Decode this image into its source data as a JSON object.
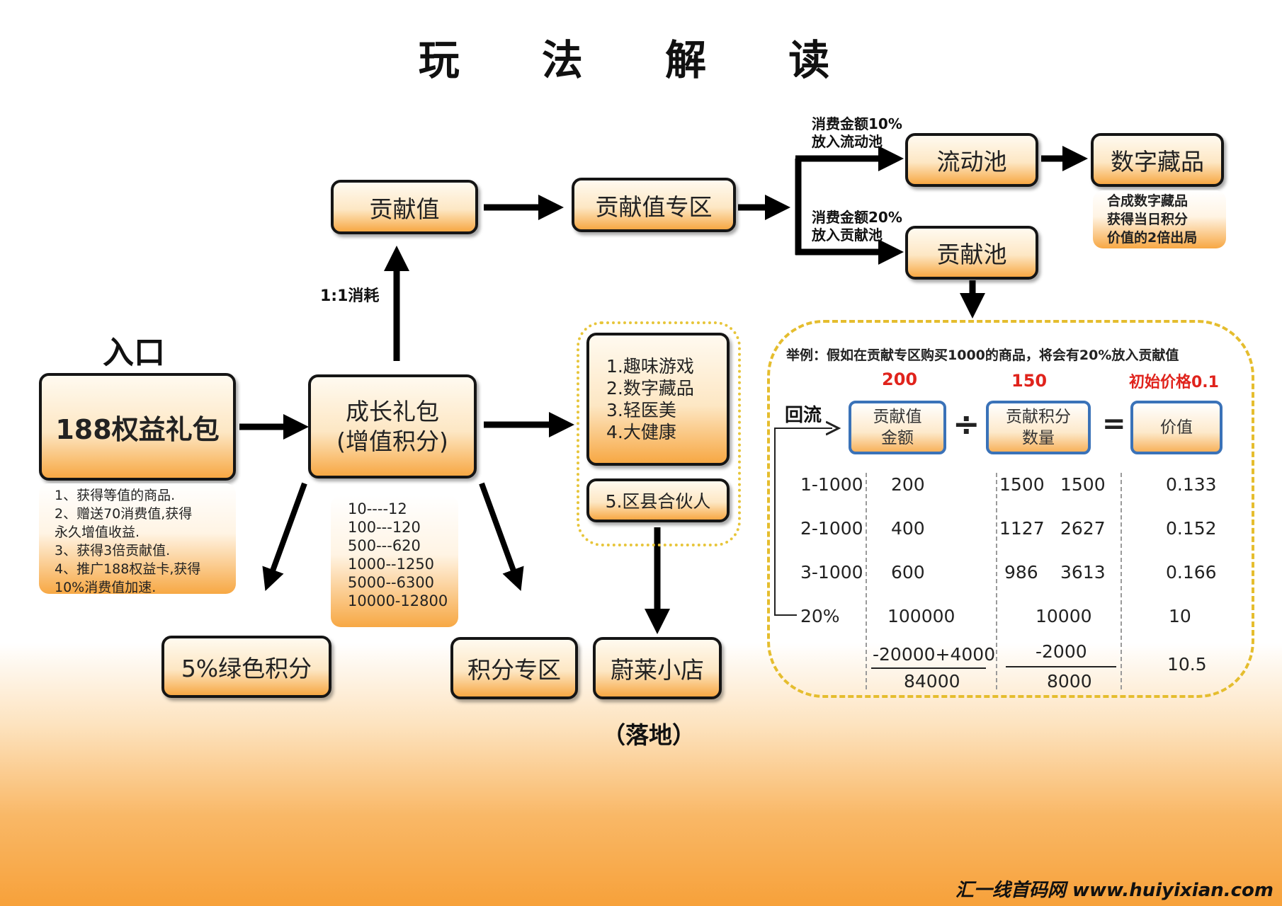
{
  "title": "玩 法 解 读",
  "entry_label": "入口",
  "nodes": {
    "gift188": "188权益礼包",
    "growth_line1": "成长礼包",
    "growth_line2": "(增值积分)",
    "contribution": "贡献值",
    "contribution_zone": "贡献值专区",
    "liquidity_pool": "流动池",
    "digital_collectibles": "数字藏品",
    "contribution_pool": "贡献池",
    "green_points": "5%绿色积分",
    "points_zone": "积分专区",
    "weilai_shop": "蔚莱小店",
    "county_partner": "5.区县合伙人"
  },
  "zone_items": [
    "1.趣味游戏",
    "2.数字藏品",
    "3.轻医美",
    "4.大健康"
  ],
  "gift_notes": [
    "1、获得等值的商品.",
    "2、赠送70消费值,获得",
    "永久增值收益.",
    "3、获得3倍贡献值.",
    "4、推广188权益卡,获得",
    "10%消费值加速."
  ],
  "growth_tiers": [
    "10----12",
    "100---120",
    "500---620",
    "1000--1250",
    "5000--6300",
    "10000-12800"
  ],
  "edge_labels": {
    "consume_ratio": "1:1消耗",
    "liquidity_l1": "消费金额10%",
    "liquidity_l2": "放入流动池",
    "pool_l1": "消费金额20%",
    "pool_l2": "放入贡献池",
    "landing": "（落地）"
  },
  "collectible_note": [
    "合成数字藏品",
    "获得当日积分",
    "价值的2倍出局"
  ],
  "example": {
    "text": "举例：假如在贡献专区购买1000的商品，将会有20%放入贡献值",
    "amount_top": "200",
    "quantity_top": "150",
    "initial_price": "初始价格0.1",
    "backflow": "回流",
    "header_amount_l1": "贡献值",
    "header_amount_l2": "金额",
    "header_quantity_l1": "贡献积分",
    "header_quantity_l2": "数量",
    "header_value": "价值",
    "divide": "÷",
    "equals": "=",
    "rows": [
      {
        "label": "1-1000",
        "amount": "200",
        "q1": "1500",
        "q2": "1500",
        "value": "0.133"
      },
      {
        "label": "2-1000",
        "amount": "400",
        "q1": "1127",
        "q2": "2627",
        "value": "0.152"
      },
      {
        "label": "3-1000",
        "amount": "600",
        "q1": "986",
        "q2": "3613",
        "value": "0.166"
      },
      {
        "label": "20%",
        "amount": "100000",
        "q1": "10000",
        "q2": "",
        "value": "10"
      }
    ],
    "frac_amount_top": "-20000+4000",
    "frac_amount_bottom": "84000",
    "frac_qty_top": "-2000",
    "frac_qty_bottom": "8000",
    "frac_value": "10.5"
  },
  "watermark": "汇一线首码网 www.huiyixian.com",
  "colors": {
    "accent_orange": "#f7a844",
    "red": "#e0231c",
    "blue_border": "#3a72b8",
    "dotted_yellow": "#e7c53a"
  }
}
